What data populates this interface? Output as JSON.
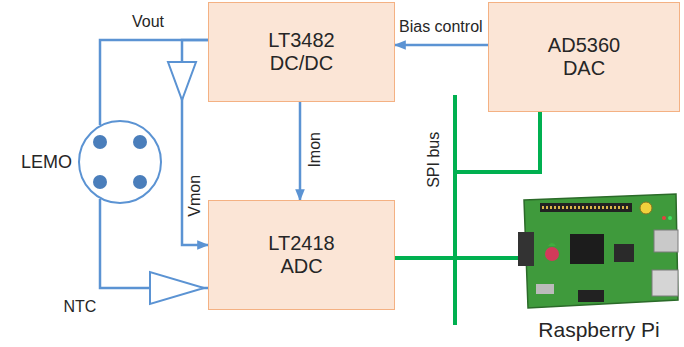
{
  "diagram": {
    "nodes": [
      {
        "text": [
          "LT3482 DC/DC"
        ]
      },
      {
        "text": [
          "AD5360 DAC"
        ]
      },
      {
        "text": [
          "LEMO"
        ]
      },
      {
        "text": [
          "LT2418 ADC"
        ]
      },
      {
        "text": [
          "Raspberry Pi"
        ]
      }
    ],
    "edges": [
      {
        "from": 1,
        "to": 0,
        "arrow": "to",
        "label": "Bias control"
      },
      {
        "from": 0,
        "to": 2,
        "arrow": "none",
        "label": "Vout"
      },
      {
        "from": 0,
        "to": 3,
        "arrow": "to",
        "label": "Imon"
      },
      {
        "from": 0,
        "to": 3,
        "arrow": "to",
        "label": "Vmon"
      },
      {
        "from": 2,
        "to": 3,
        "arrow": "none",
        "label": "NTC"
      },
      {
        "from": 4,
        "to": 1,
        "arrow": "none"
      },
      {
        "from": 4,
        "to": 3,
        "arrow": "none"
      }
    ],
    "labels": [
      "SPI bus"
    ]
  }
}
